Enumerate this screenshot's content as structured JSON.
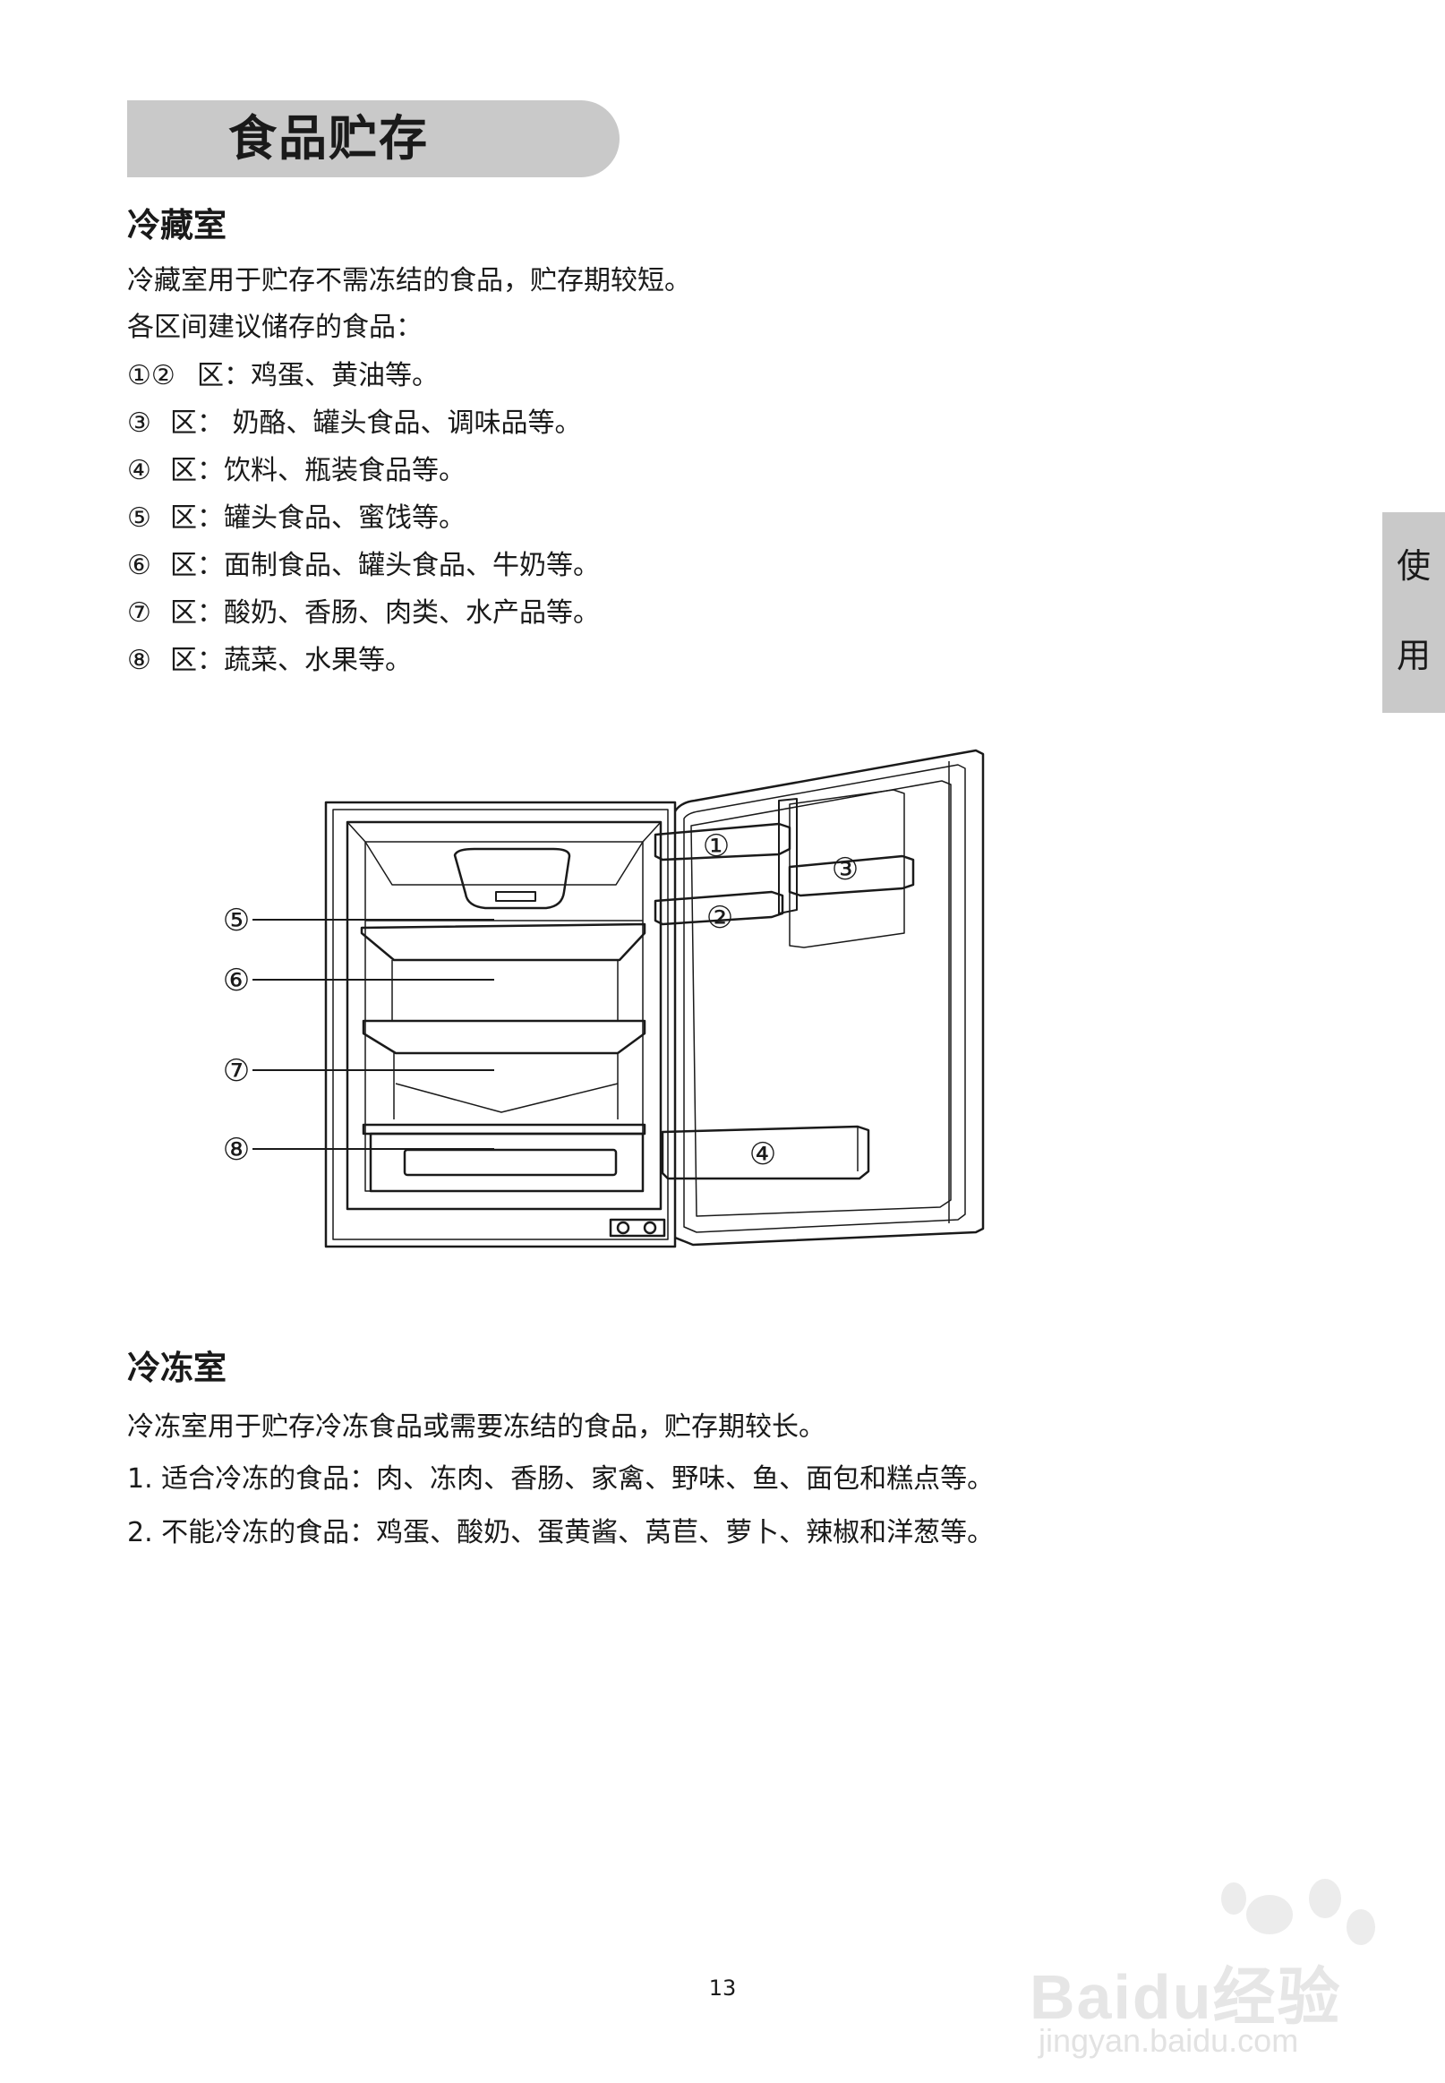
{
  "page_title": "食品贮存",
  "side_tab": {
    "char1": "使",
    "char2": "用"
  },
  "refrigerator": {
    "heading": "冷藏室",
    "intro": "冷藏室用于贮存不需冻结的食品，贮存期较短。",
    "suggest": "各区间建议储存的食品：",
    "zones": [
      {
        "num": "①②",
        "label": "区：",
        "text": "鸡蛋、黄油等。"
      },
      {
        "num": "③",
        "label": "区：",
        "text": "奶酪、罐头食品、调味品等。"
      },
      {
        "num": "④",
        "label": "区：",
        "text": "饮料、瓶装食品等。"
      },
      {
        "num": "⑤",
        "label": "区：",
        "text": "罐头食品、蜜饯等。"
      },
      {
        "num": "⑥",
        "label": "区：",
        "text": "面制食品、罐头食品、牛奶等。"
      },
      {
        "num": "⑦",
        "label": "区：",
        "text": "酸奶、香肠、肉类、水产品等。"
      },
      {
        "num": "⑧",
        "label": "区：",
        "text": "蔬菜、水果等。"
      }
    ]
  },
  "diagram": {
    "callouts": [
      "①",
      "②",
      "③",
      "④",
      "⑤",
      "⑥",
      "⑦",
      "⑧"
    ]
  },
  "freezer": {
    "heading": "冷冻室",
    "intro": "冷冻室用于贮存冷冻食品或需要冻结的食品，贮存期较长。",
    "item1": "1. 适合冷冻的食品：肉、冻肉、香肠、家禽、野味、鱼、面包和糕点等。",
    "item2": "2. 不能冷冻的食品：鸡蛋、酸奶、蛋黄酱、莴苣、萝卜、辣椒和洋葱等。"
  },
  "page_number": "13",
  "watermark": {
    "brand": "Baidu经验",
    "url": "jingyan.baidu.com"
  }
}
